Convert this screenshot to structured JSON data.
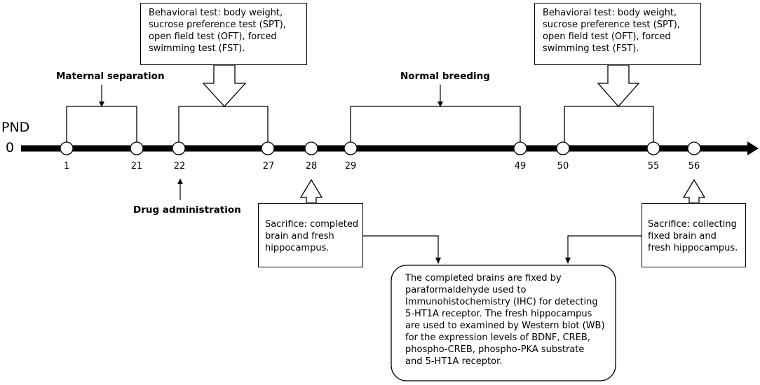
{
  "axis": {
    "unit_label": "PND",
    "origin_label": "0",
    "days": [
      "1",
      "21",
      "22",
      "27",
      "28",
      "29",
      "49",
      "50",
      "55",
      "56"
    ]
  },
  "labels": {
    "maternal_separation": "Maternal separation",
    "normal_breeding": "Normal breeding",
    "drug_administration": "Drug administration"
  },
  "boxes": {
    "behavioral_1": [
      "Behavioral test: body weight,",
      "sucrose preference test (SPT),",
      "open field test (OFT), forced",
      "swimming test (FST)."
    ],
    "behavioral_2": [
      "Behavioral test: body weight,",
      "sucrose preference test (SPT),",
      "open field test (OFT), forced",
      "swimming test (FST)."
    ],
    "sacrifice_1": [
      "Sacrifice: completed",
      "brain and fresh",
      "hippocampus."
    ],
    "sacrifice_2": [
      "Sacrifice: collecting",
      "fixed brain and",
      "fresh hippocampus."
    ],
    "methods": [
      "The completed brains are fixed by",
      "paraformaldehyde used to",
      "Immunohistochemistry (IHC) for detecting",
      "5-HT1A receptor. The fresh hippocampus",
      "are used to examined by Western blot (WB)",
      "for the expression levels of BDNF, CREB,",
      "phospho-CREB, phospho-PKA substrate",
      "and 5-HT1A receptor."
    ]
  },
  "colors": {
    "stroke": "#000000",
    "fill": "#ffffff"
  }
}
